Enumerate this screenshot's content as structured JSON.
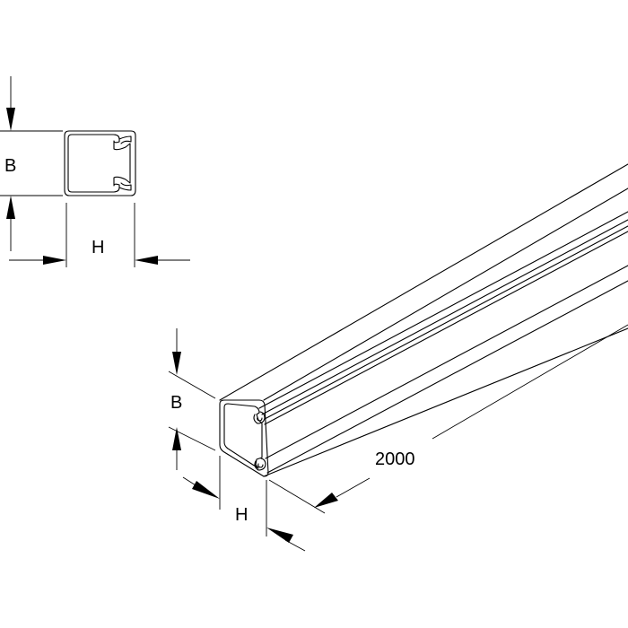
{
  "cross_section": {
    "label_width": "B",
    "label_height": "H"
  },
  "perspective_view": {
    "label_width": "B",
    "label_height": "H",
    "label_length": "2000"
  },
  "colors": {
    "line": "#000000",
    "background": "#ffffff"
  }
}
